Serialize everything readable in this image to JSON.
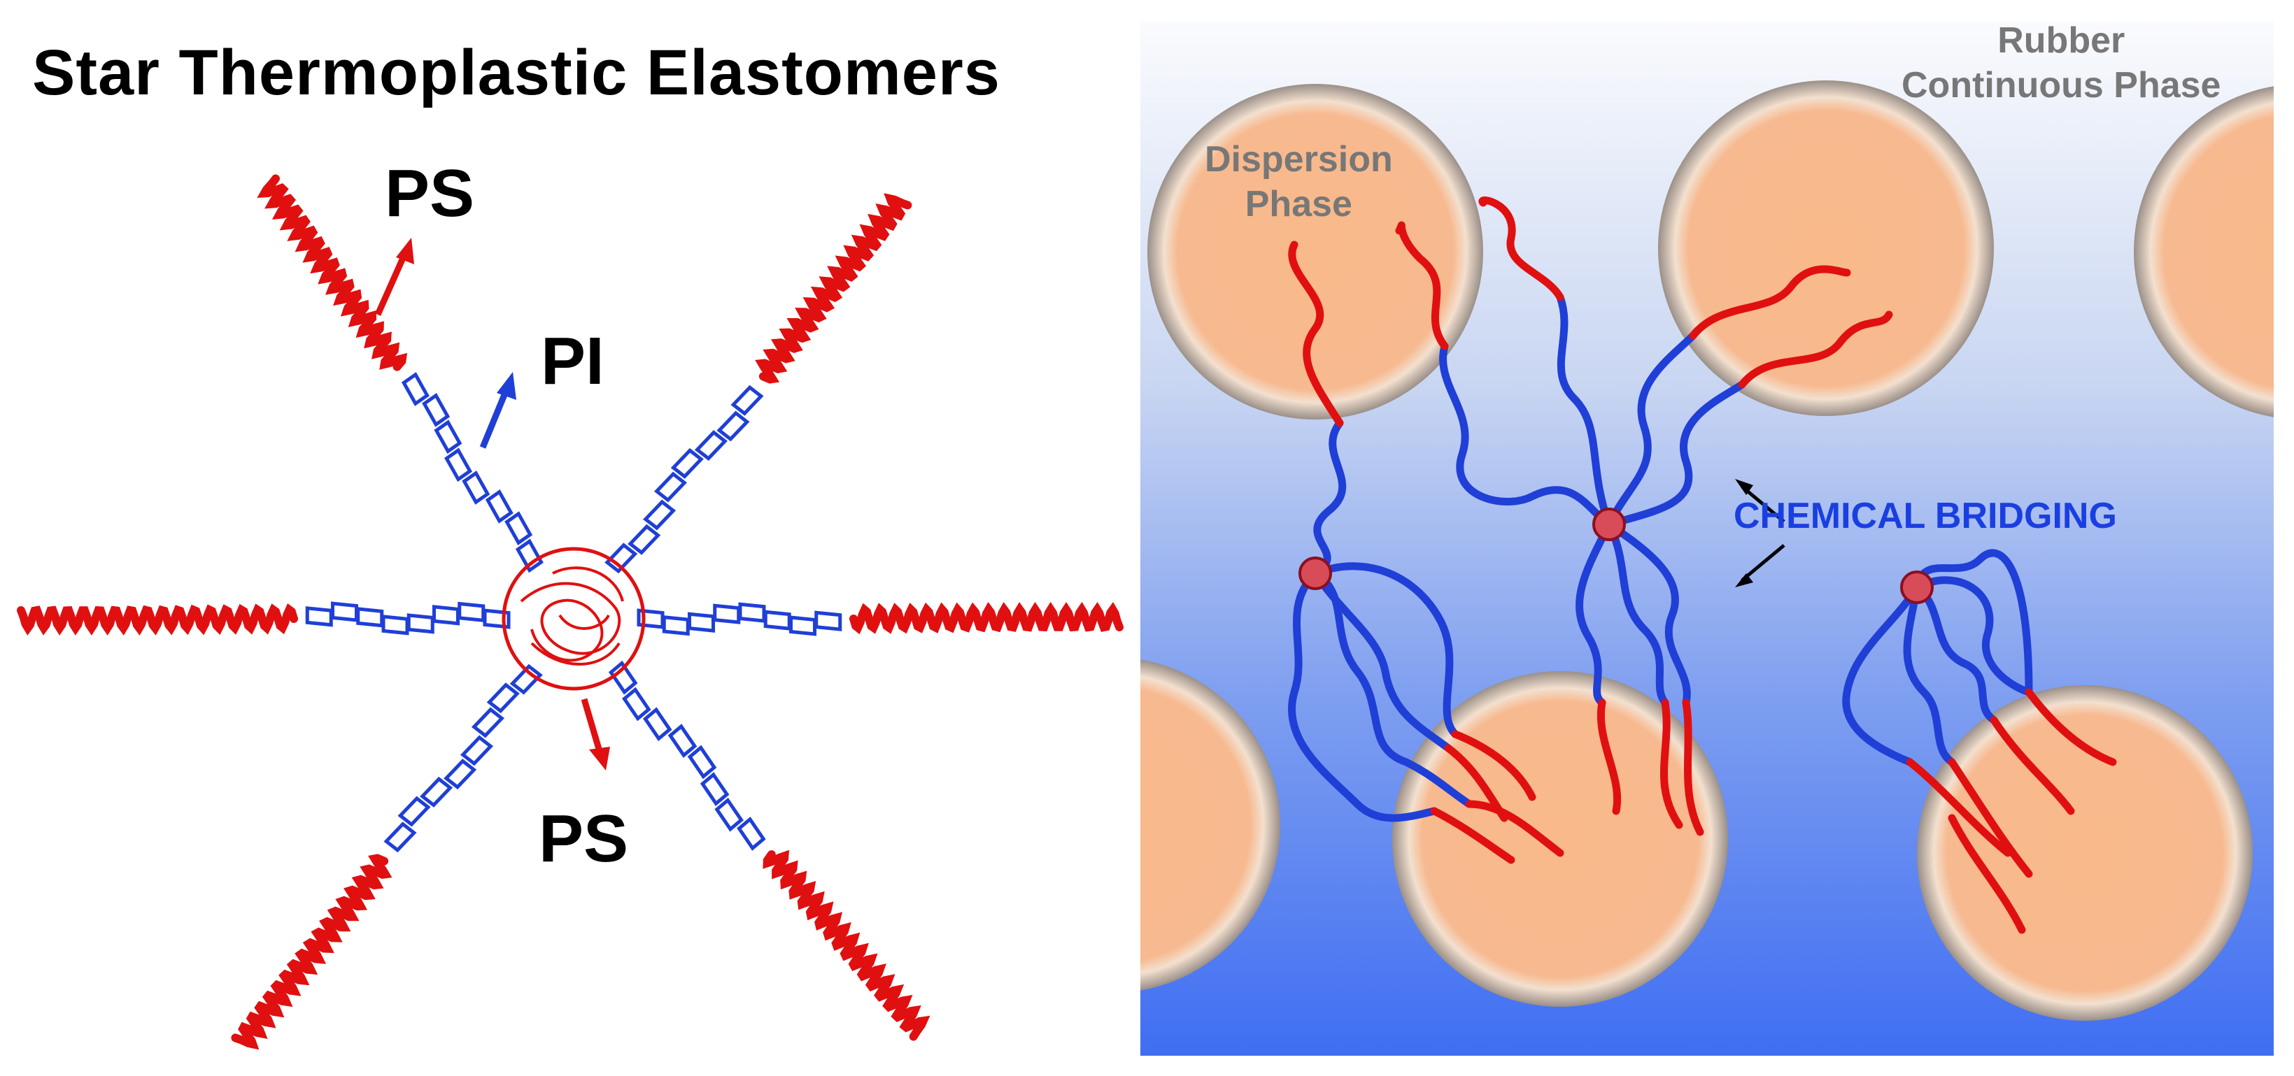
{
  "title": "Star Thermoplastic Elastomers",
  "labels": {
    "ps_top": "PS",
    "pi": "PI",
    "ps_bottom": "PS",
    "rubber_line1": "Rubber",
    "rubber_line2": "Continuous Phase",
    "dispersion_line1": "Dispersion",
    "dispersion_line2": "Phase",
    "chemical_bridging": "CHEMICAL BRIDGING"
  },
  "colors": {
    "ps_chain": "#e01010",
    "pi_chain": "#1f3fd6",
    "background_top": "#f4f6fb",
    "background_bottom": "#3f6ef2",
    "sphere_fill": "#f8b98c",
    "label_gray": "#777777"
  }
}
